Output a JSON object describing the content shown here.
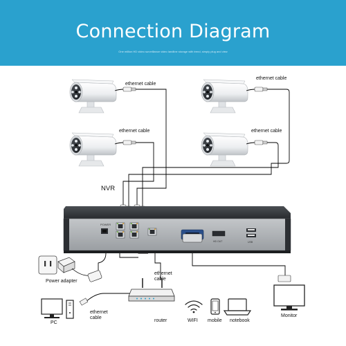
{
  "header": {
    "title": "Connection Diagram",
    "subtitle": "One million HD video surveillance video landline storage with trend, simply plug and view"
  },
  "labels": {
    "cam1_cable": "ethernet cable",
    "cam2_cable": "ethernet cable",
    "cam3_cable": "ethernet cable",
    "cam4_cable": "ethernet cable",
    "nvr": "NVR",
    "power_adapter": "Power adapter",
    "router_cable_line1": "ethernet",
    "router_cable_line2": "cable",
    "pc_cable_line1": "ethernet",
    "pc_cable_line2": "cable",
    "pc": "PC",
    "router": "router",
    "wifi": "WIFI",
    "mobile": "mobile",
    "notebook": "notebook",
    "monitor": "Monitor",
    "nvr_power": "POWER",
    "nvr_hdmi": "HD OUT",
    "nvr_usb": "USB"
  },
  "colors": {
    "banner": "#2aa1ce",
    "nvr_panel": "#a9adb1",
    "nvr_body": "#2c2f33",
    "cable": "#000000"
  }
}
